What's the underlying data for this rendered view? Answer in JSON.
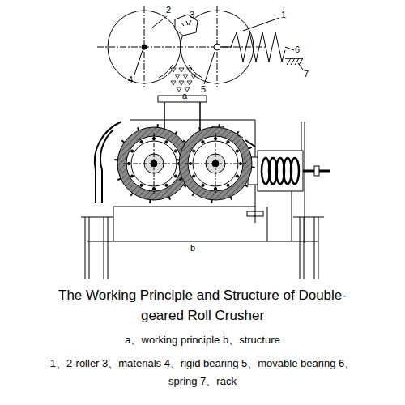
{
  "diagram": {
    "title": "The Working Principle and Structure of Double-geared Roll Crusher",
    "caption": "a、working principle b、structure",
    "labels": [
      "1",
      "2",
      "3",
      "4",
      "5",
      "6",
      "7",
      "a",
      "b",
      "1、2-roller 3、materials 4、rigid bearing 5、movable bearing 6、spring 7、rack"
    ]
  }
}
